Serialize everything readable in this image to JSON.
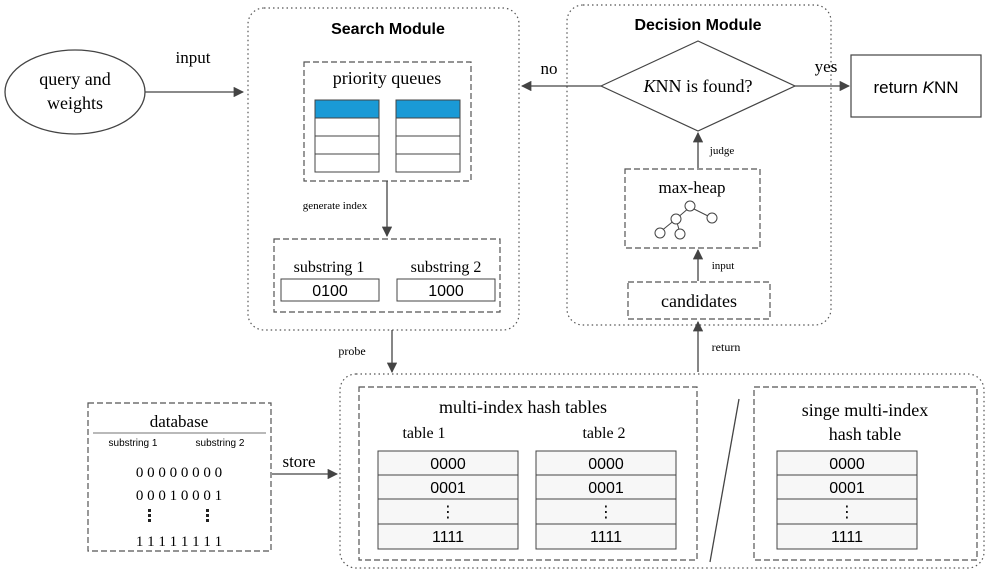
{
  "input_node": {
    "line1": "query and",
    "line2": "weights"
  },
  "labels": {
    "input": "input",
    "no": "no",
    "yes": "yes",
    "generate_index": "generate index",
    "probe": "probe",
    "store": "store",
    "judge": "judge",
    "input_small": "input",
    "return": "return"
  },
  "search_module": {
    "title": "Search Module",
    "priority_queues": "priority queues",
    "substring1": "substring 1",
    "substring2": "substring 2",
    "code1": "0100",
    "code2": "1000"
  },
  "decision_module": {
    "title": "Decision Module",
    "knn_italic": "K",
    "knn_rest": "NN is found?",
    "max_heap": "max-heap",
    "candidates": "candidates"
  },
  "return_box": {
    "prefix": "return ",
    "italic": "K",
    "suffix": "NN"
  },
  "database": {
    "title": "database",
    "col1": "substring 1",
    "col2": "substring 2",
    "row1": "0 0 0 0 0 0 0 0",
    "row2": "0 0 0 1 0 0 0 1",
    "row_last": "1 1 1 1 1 1 1 1"
  },
  "multi_index": {
    "title": "multi-index hash tables",
    "table1": "table 1",
    "table2": "table 2",
    "rows": [
      "0000",
      "0001",
      "⋮",
      "1111"
    ]
  },
  "single_index": {
    "title_line1": "singe multi-index",
    "title_line2": "hash table",
    "rows": [
      "0000",
      "0001",
      "⋮",
      "1111"
    ]
  },
  "colors": {
    "queue_head": "#1a9ad6",
    "line": "#444444",
    "dash": "#555555"
  }
}
